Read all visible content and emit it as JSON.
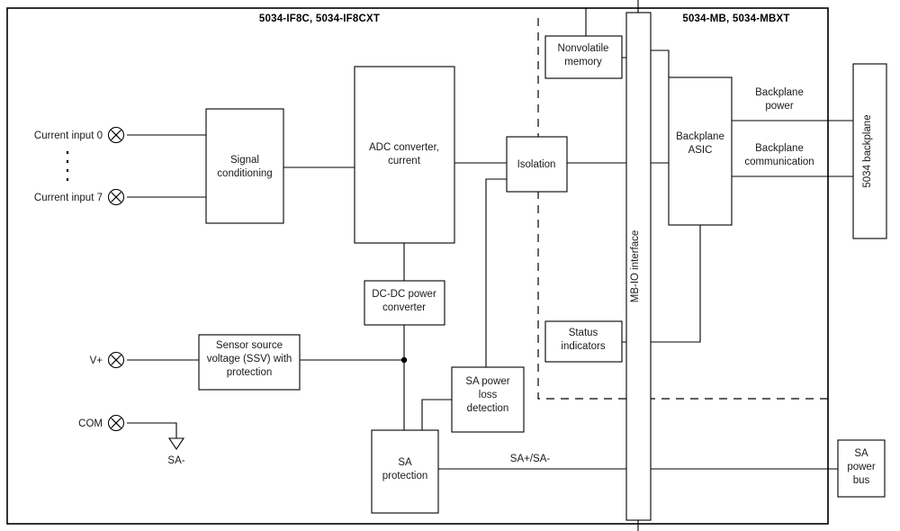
{
  "diagram": {
    "title_left": "5034-IF8C, 5034-IF8CXT",
    "title_right": "5034-MB, 5034-MBXT",
    "colors": {
      "stroke": "#000000",
      "text": "#1a1a1a",
      "background": "#ffffff"
    }
  },
  "blocks": {
    "signal_conditioning": {
      "line1": "Signal",
      "line2": "conditioning"
    },
    "adc_converter": {
      "line1": "ADC converter,",
      "line2": "current"
    },
    "isolation": {
      "line1": "Isolation"
    },
    "nonvolatile_memory": {
      "line1": "Nonvolatile",
      "line2": "memory"
    },
    "status_indicators": {
      "line1": "Status",
      "line2": "indicators"
    },
    "mb_io_interface": {
      "line1": "MB-IO interface"
    },
    "backplane_asic": {
      "line1": "Backplane",
      "line2": "ASIC"
    },
    "backplane_5034": {
      "line1": "5034 backplane"
    },
    "dcdc_converter": {
      "line1": "DC-DC power",
      "line2": "converter"
    },
    "ssv_protection": {
      "line1": "Sensor source",
      "line2": "voltage (SSV) with",
      "line3": "protection"
    },
    "sa_power_loss": {
      "line1": "SA power",
      "line2": "loss",
      "line3": "detection"
    },
    "sa_protection": {
      "line1": "SA",
      "line2": "protection"
    },
    "sa_power_bus": {
      "line1": "SA",
      "line2": "power",
      "line3": "bus"
    }
  },
  "terminals": {
    "current_input_0": "Current input 0",
    "current_input_7": "Current input 7",
    "v_plus": "V+",
    "com": "COM"
  },
  "wire_labels": {
    "backplane_power": {
      "line1": "Backplane",
      "line2": "power"
    },
    "backplane_communication": {
      "line1": "Backplane",
      "line2": "communication"
    },
    "sa_pos_neg": "SA+/SA-",
    "sa_minus_ground": "SA-"
  }
}
